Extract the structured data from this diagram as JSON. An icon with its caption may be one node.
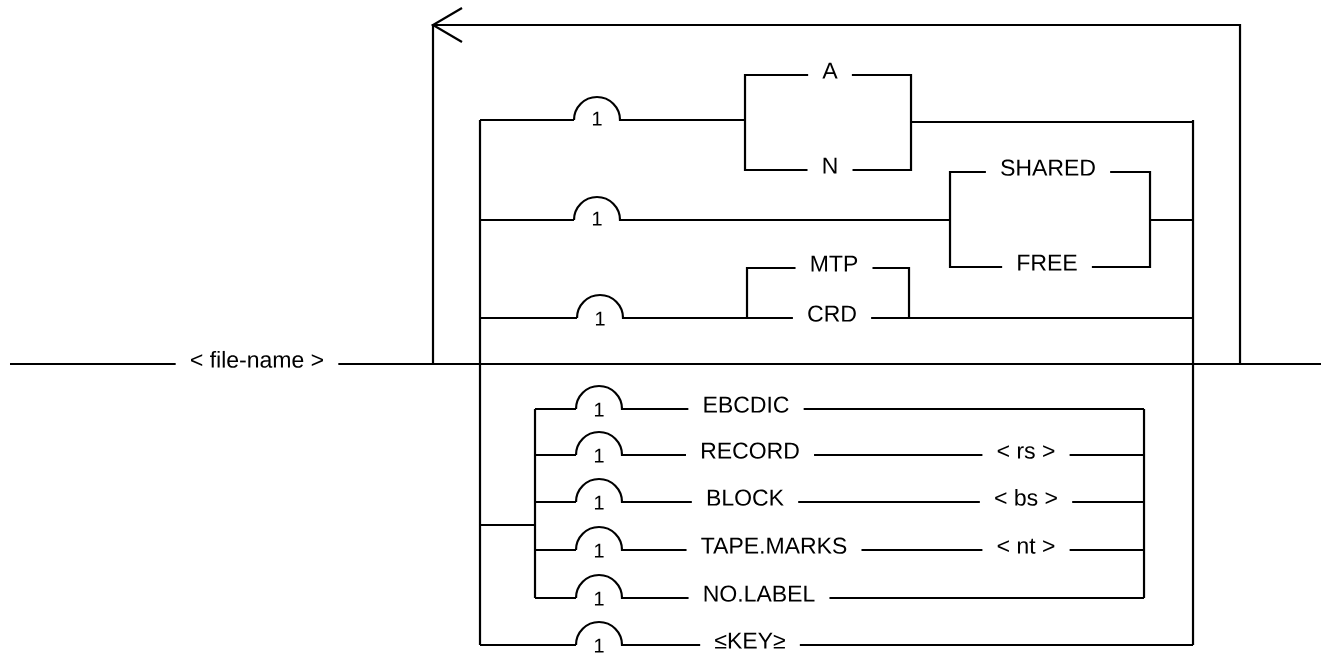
{
  "diagram": {
    "labels": [
      "A",
      "1",
      "N",
      "SHARED",
      "1",
      "MTP",
      "FREE",
      "1",
      "CRD",
      "< file-name >",
      "1",
      "EBCDIC",
      "1",
      "RECORD",
      "< rs >",
      "1",
      "BLOCK",
      "< bs >",
      "1",
      "TAPE.MARKS",
      "< nt >",
      "1",
      "NO.LABEL",
      "1",
      "≤KEY≥"
    ]
  }
}
